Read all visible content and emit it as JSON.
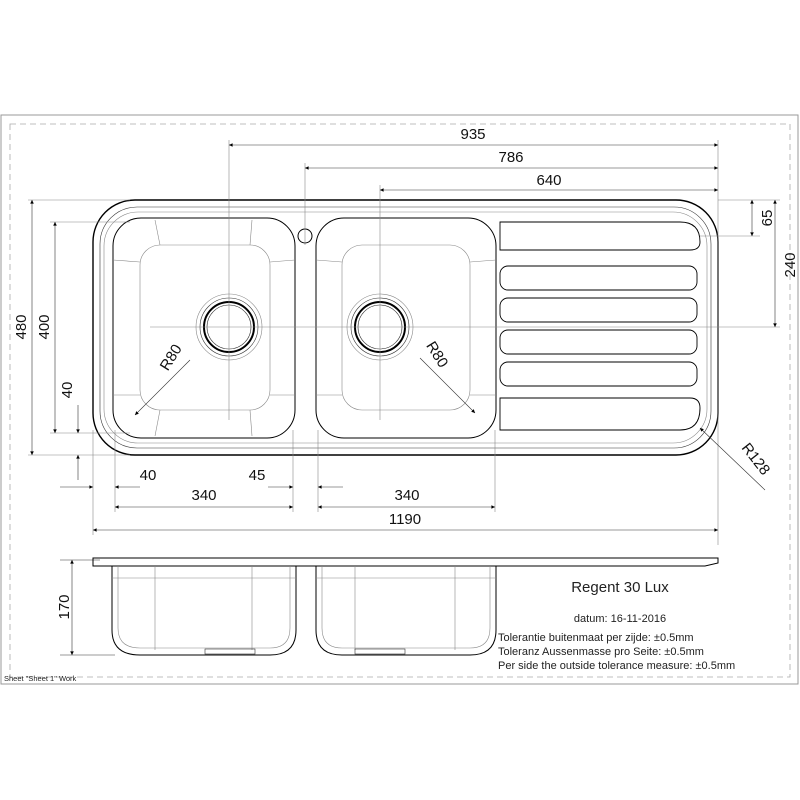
{
  "drawing": {
    "dimensions": {
      "d935": "935",
      "d786": "786",
      "d640": "640",
      "d65": "65",
      "d240": "240",
      "d480": "480",
      "d400": "400",
      "d40_vertical": "40",
      "d40_horizontal": "40",
      "d45": "45",
      "d340_left": "340",
      "d340_right": "340",
      "d1190": "1190",
      "r80_left": "R80",
      "r80_right": "R80",
      "r128": "R128",
      "d170": "170"
    },
    "title_block": {
      "model": "Regent 30 Lux",
      "date": "datum: 16-11-2016",
      "tolerance_nl": "Tolerantie buitenmaat per zijde: ±0.5mm",
      "tolerance_de": "Toleranz Aussenmasse pro Seite: ±0.5mm",
      "tolerance_en": "Per side the outside tolerance measure: ±0.5mm"
    },
    "sheet_label": "Sheet \"Sheet 1\" Work"
  }
}
